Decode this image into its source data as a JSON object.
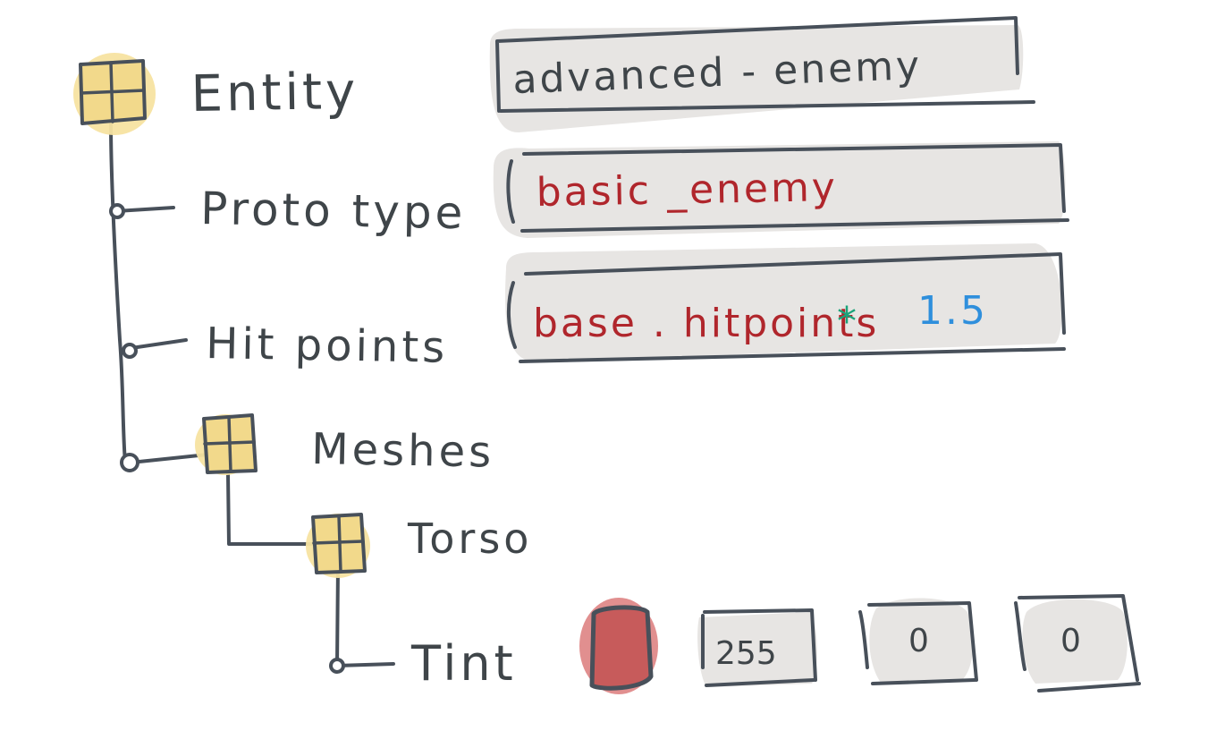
{
  "tree": {
    "entity": {
      "label": "Entity",
      "icon": "grid-icon"
    },
    "prototype": {
      "label": "Proto type"
    },
    "hitpoints": {
      "label": "Hit points"
    },
    "meshes": {
      "label": "Meshes",
      "icon": "grid-icon"
    },
    "torso": {
      "label": "Torso",
      "icon": "grid-icon"
    },
    "tint": {
      "label": "Tint"
    }
  },
  "fields": {
    "entity_name": {
      "value": "advanced - enemy"
    },
    "prototype": {
      "value": "basic _enemy"
    },
    "hitpoints": {
      "expr_var": "base . hitpoints",
      "expr_op": "*",
      "expr_num": "1.5"
    },
    "tint": {
      "swatch_color": "#c75b5b",
      "r": "255",
      "g": "0",
      "b": "0"
    }
  },
  "colors": {
    "ink": "#48505a",
    "icon_fill": "#f2d98b",
    "field_bg": "#e7e5e3",
    "identifier_red": "#b0262c",
    "operator_green": "#1aa37a",
    "number_blue": "#2f8fdc"
  }
}
